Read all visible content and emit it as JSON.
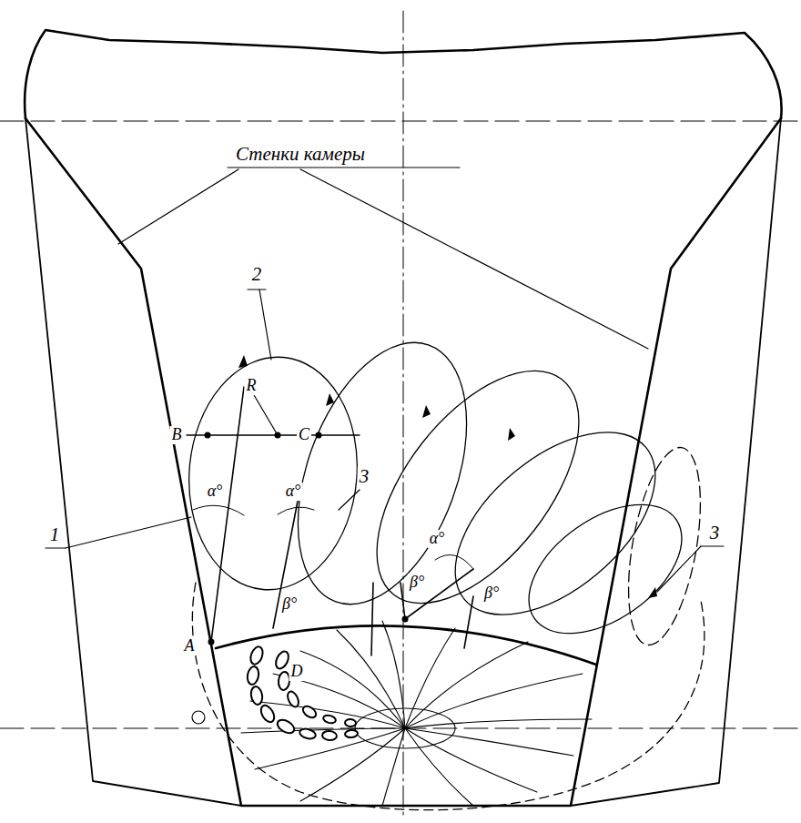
{
  "diagram": {
    "labels": [
      "Стенки камеры",
      "2",
      "R",
      "B",
      "C",
      "1",
      "α°",
      "α°",
      "α°",
      "3",
      "3",
      "β°",
      "β°",
      "β°",
      "A",
      "D"
    ]
  }
}
